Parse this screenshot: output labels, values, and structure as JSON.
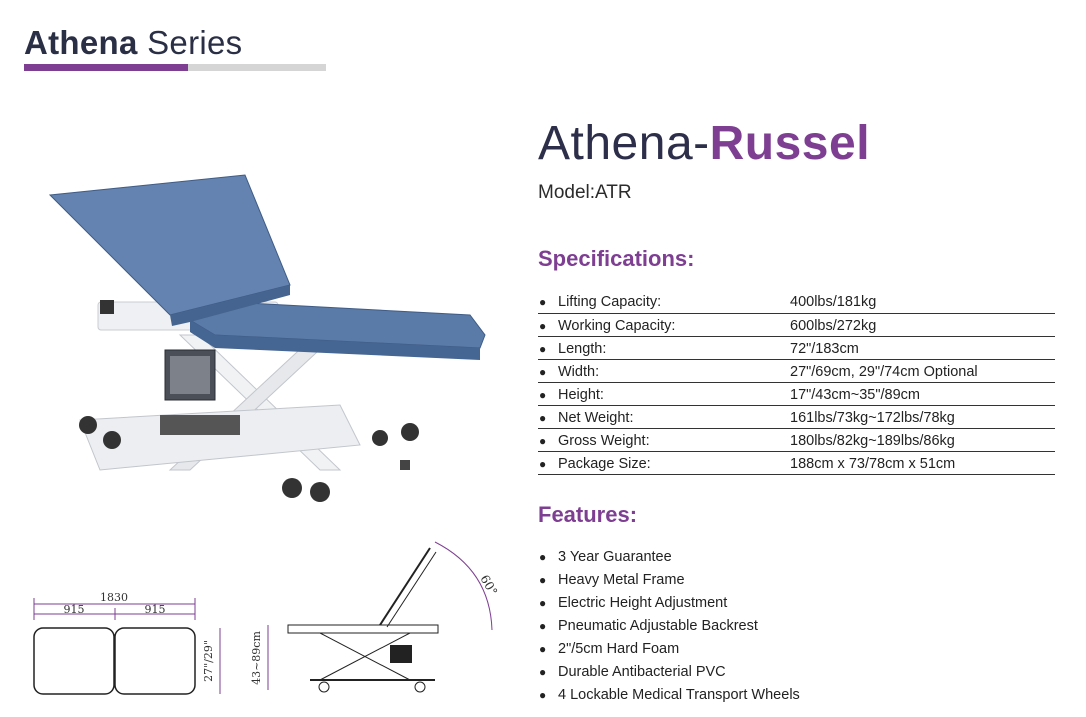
{
  "header": {
    "brand": "Athena",
    "series": "Series"
  },
  "product": {
    "title_prefix": "Athena-",
    "title_name": "Russel",
    "model": "Model:ATR"
  },
  "specifications": {
    "heading": "Specifications:",
    "rows": [
      {
        "label": "Lifting Capacity:",
        "value": "400lbs/181kg"
      },
      {
        "label": "Working Capacity:",
        "value": "600lbs/272kg"
      },
      {
        "label": "Length:",
        "value": "72\"/183cm"
      },
      {
        "label": "Width:",
        "value": "27\"/69cm, 29\"/74cm Optional"
      },
      {
        "label": "Height:",
        "value": "17\"/43cm~35\"/89cm"
      },
      {
        "label": "Net Weight:",
        "value": "161lbs/73kg~172lbs/78kg"
      },
      {
        "label": "Gross Weight:",
        "value": "180lbs/82kg~189lbs/86kg"
      },
      {
        "label": "Package Size:",
        "value": "188cm x 73/78cm x 51cm"
      }
    ]
  },
  "features": {
    "heading": "Features:",
    "items": [
      "3 Year Guarantee",
      "Heavy Metal Frame",
      "Electric Height Adjustment",
      "Pneumatic Adjustable Backrest",
      "2\"/5cm Hard Foam",
      "Durable Antibacterial PVC",
      "4 Lockable Medical Transport Wheels"
    ]
  },
  "diagram": {
    "total_length": "1830",
    "half_left": "915",
    "half_right": "915",
    "width": "27\"/29\"",
    "height_range": "43~89cm",
    "angle": "60°"
  },
  "colors": {
    "accent": "#7e3f93",
    "title": "#2d2f4a",
    "upholstery": "#5878a6",
    "frame": "#e8eaee"
  }
}
